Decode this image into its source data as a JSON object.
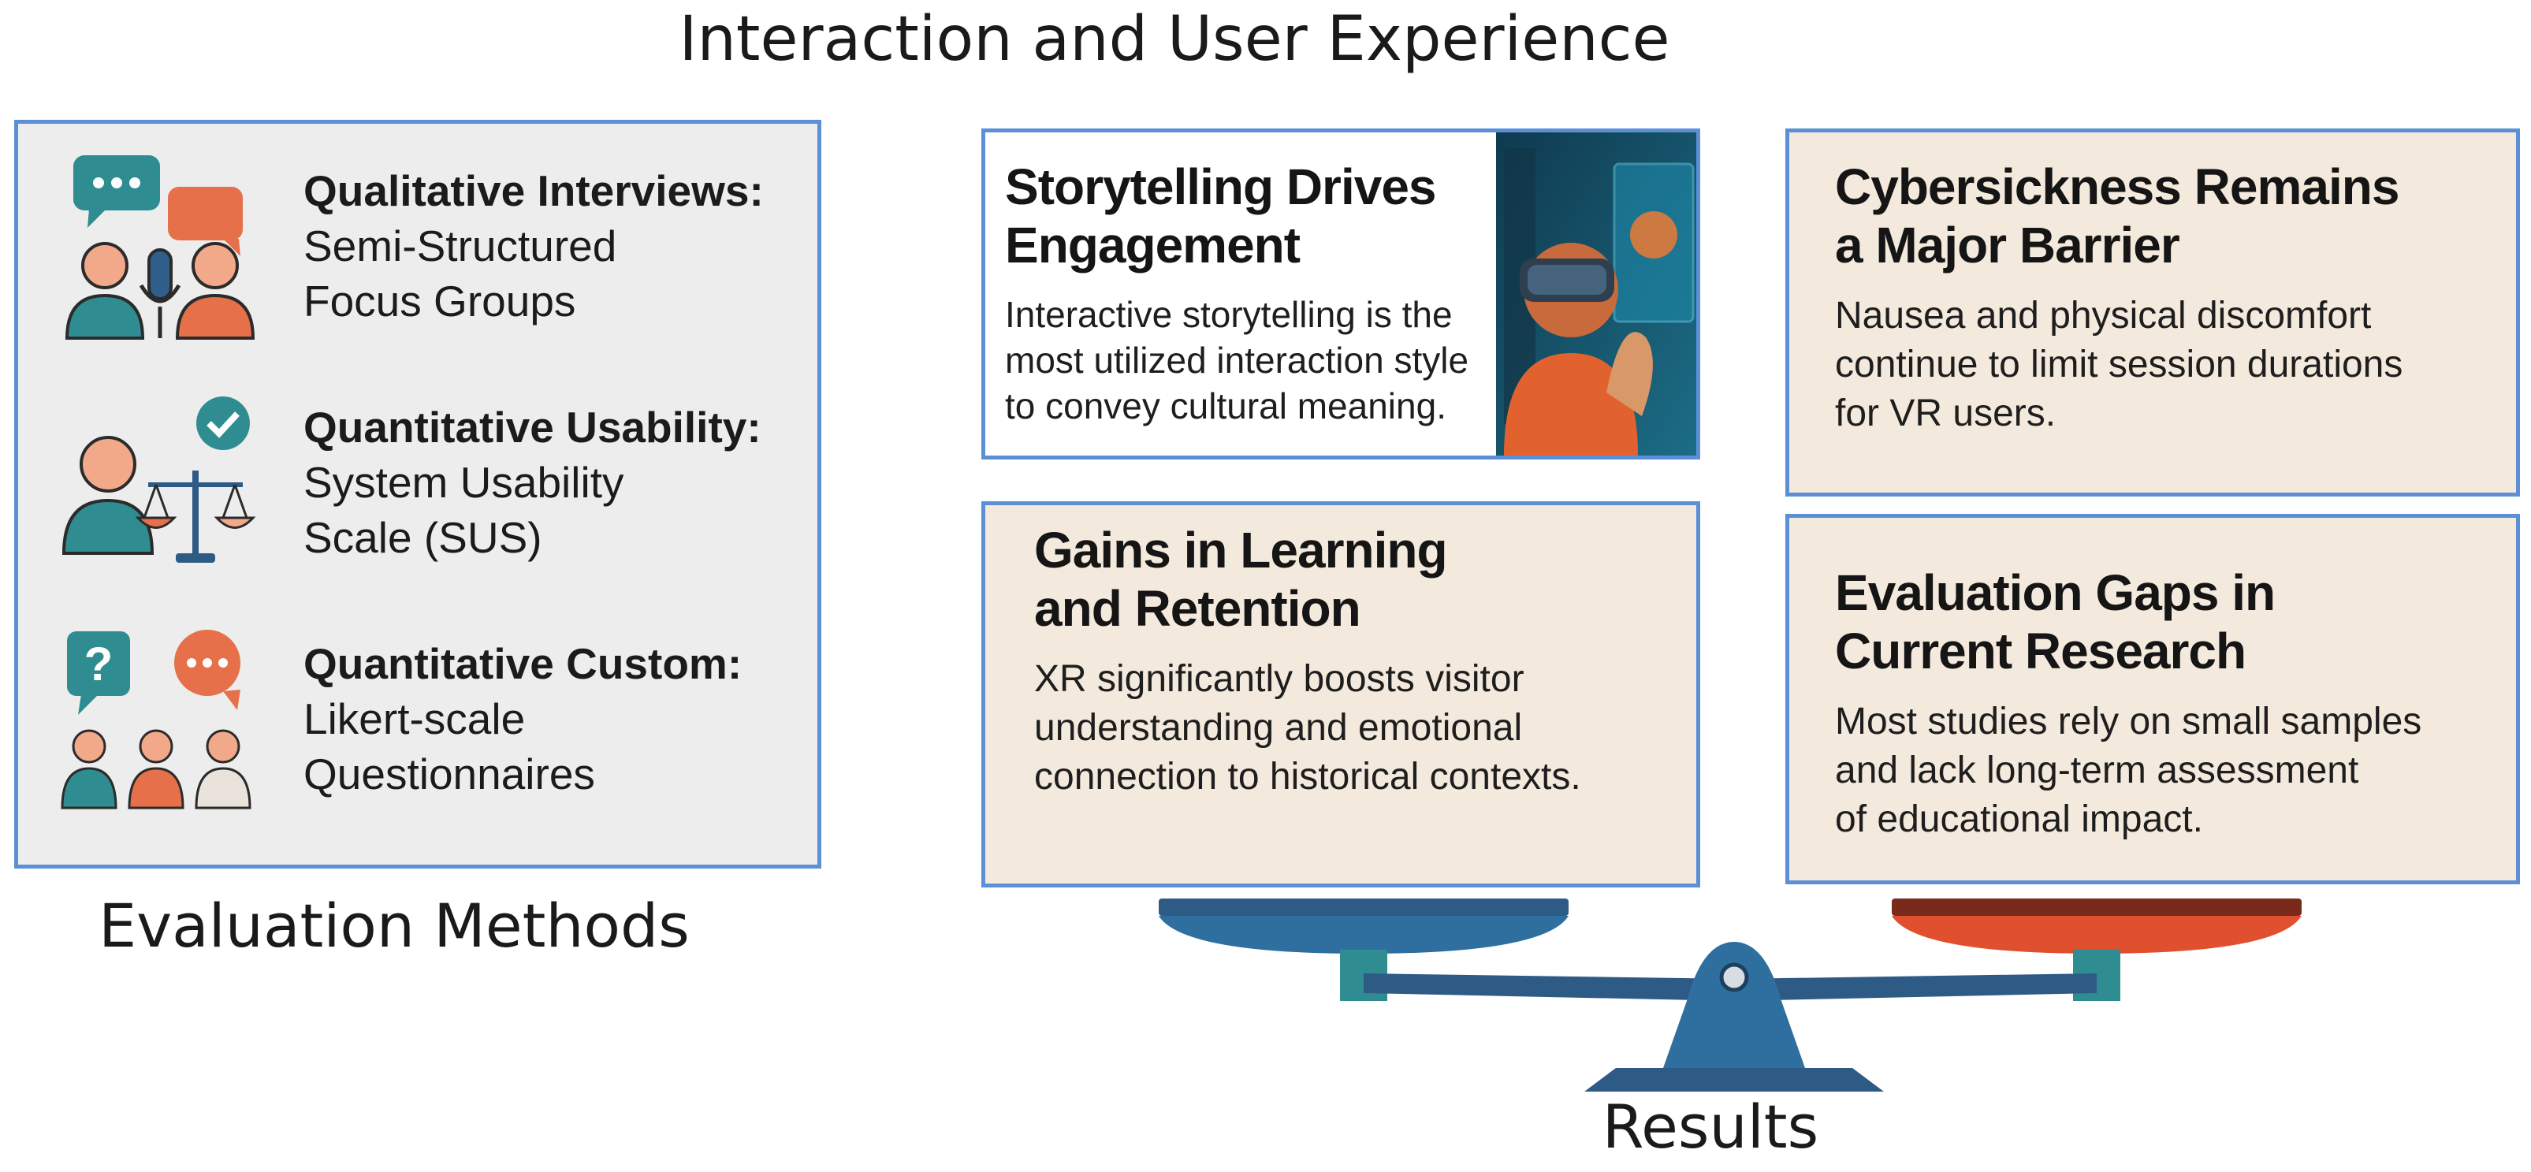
{
  "title": "Interaction and User Experience",
  "methods": {
    "caption": "Evaluation Methods",
    "items": [
      {
        "icon": "interview-people-microphone-icon",
        "heading": "Qualitative Interviews:",
        "lines": [
          "Semi-Structured",
          "Focus Groups"
        ]
      },
      {
        "icon": "usability-scale-checkmark-icon",
        "heading": "Quantitative Usability:",
        "lines": [
          "System Usability",
          "Scale (SUS)"
        ]
      },
      {
        "icon": "questionnaire-group-icon",
        "heading": "Quantitative Custom:",
        "lines": [
          "Likert-scale",
          "Questionnaires"
        ]
      }
    ]
  },
  "results": {
    "caption": "Results",
    "cards": [
      {
        "title_lines": [
          "Storytelling Drives",
          "Engagement"
        ],
        "body_lines": [
          "Interactive storytelling is the",
          "most utilized interaction style",
          "to convey cultural meaning."
        ],
        "image": "vr-headset-user-illustration"
      },
      {
        "title_lines": [
          "Cybersickness Remains",
          "a Major Barrier"
        ],
        "body_lines": [
          "Nausea and physical discomfort",
          "continue to limit session durations",
          "for VR users."
        ]
      },
      {
        "title_lines": [
          "Gains in Learning",
          "and Retention"
        ],
        "body_lines": [
          "XR significantly boosts visitor",
          "understanding and emotional",
          "connection to historical contexts."
        ]
      },
      {
        "title_lines": [
          "Evaluation Gaps in",
          "Current Research"
        ],
        "body_lines": [
          "Most studies rely on small samples",
          "and lack long-term assessment",
          "of educational impact."
        ]
      }
    ],
    "scale_icon": "balance-scale-icon"
  },
  "colors": {
    "panel_border": "#5b8fd6",
    "panel_background": "#ededed",
    "card_beige": "#f4e9dd",
    "teal": "#2f8d91",
    "orange": "#e5704a",
    "peach": "#f1a98a",
    "scale_blue": "#2e5a86",
    "scale_red": "#e0502e"
  }
}
